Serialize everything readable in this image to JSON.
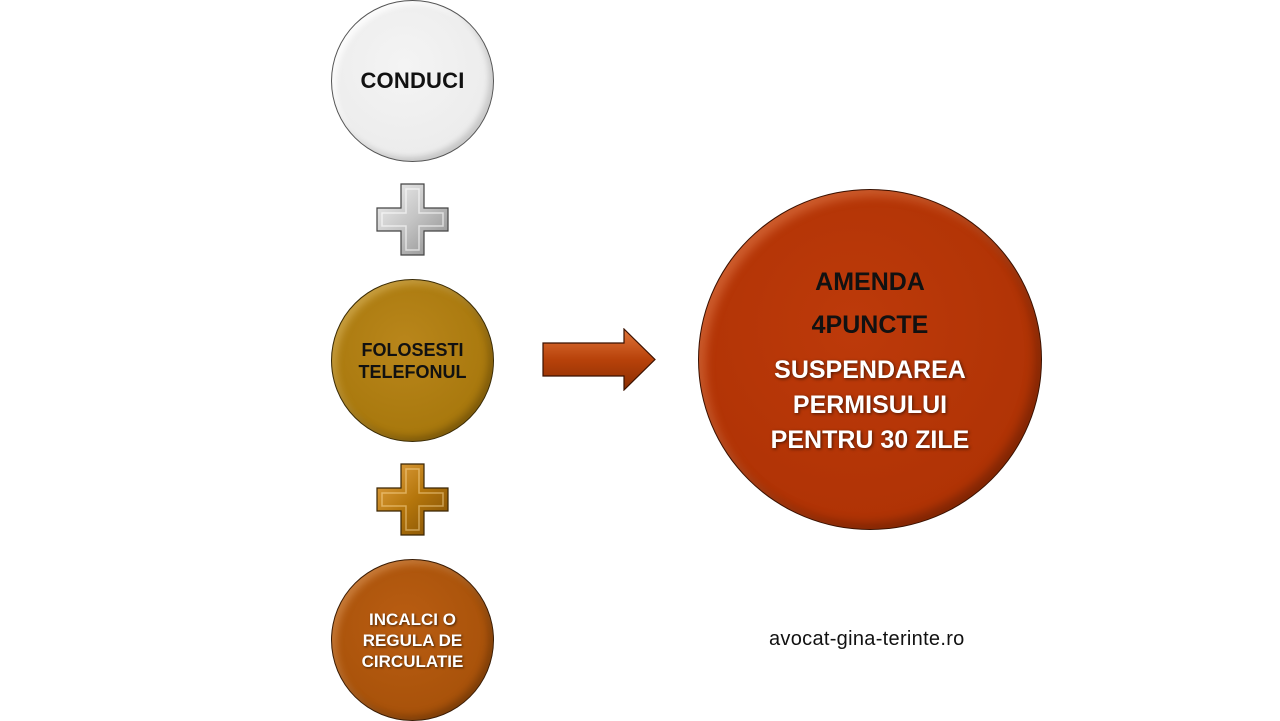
{
  "nodes": {
    "drive": {
      "label": "CONDUCI"
    },
    "phone": {
      "line1": "FOLOSESTI",
      "line2": "TELEFONUL"
    },
    "rule": {
      "line1": "INCALCI O",
      "line2": "REGULA DE",
      "line3": "CIRCULATIE"
    }
  },
  "result": {
    "line1": "AMENDA",
    "line2": "4PUNCTE",
    "line3": "SUSPENDAREA",
    "line4": "PERMISULUI",
    "line5": "PENTRU 30 ZILE"
  },
  "operators": {
    "plus1_icon": "plus-icon",
    "plus2_icon": "plus-icon",
    "arrow_icon": "right-arrow-icon"
  },
  "website": "avocat-gina-terinte.ro",
  "colors": {
    "drive": "#ececec",
    "phone": "#a8780d",
    "rule": "#a8520a",
    "result": "#b03305",
    "plus1": "#c8c8c8",
    "plus2": "#b5760c",
    "arrow": "#b8420a"
  }
}
